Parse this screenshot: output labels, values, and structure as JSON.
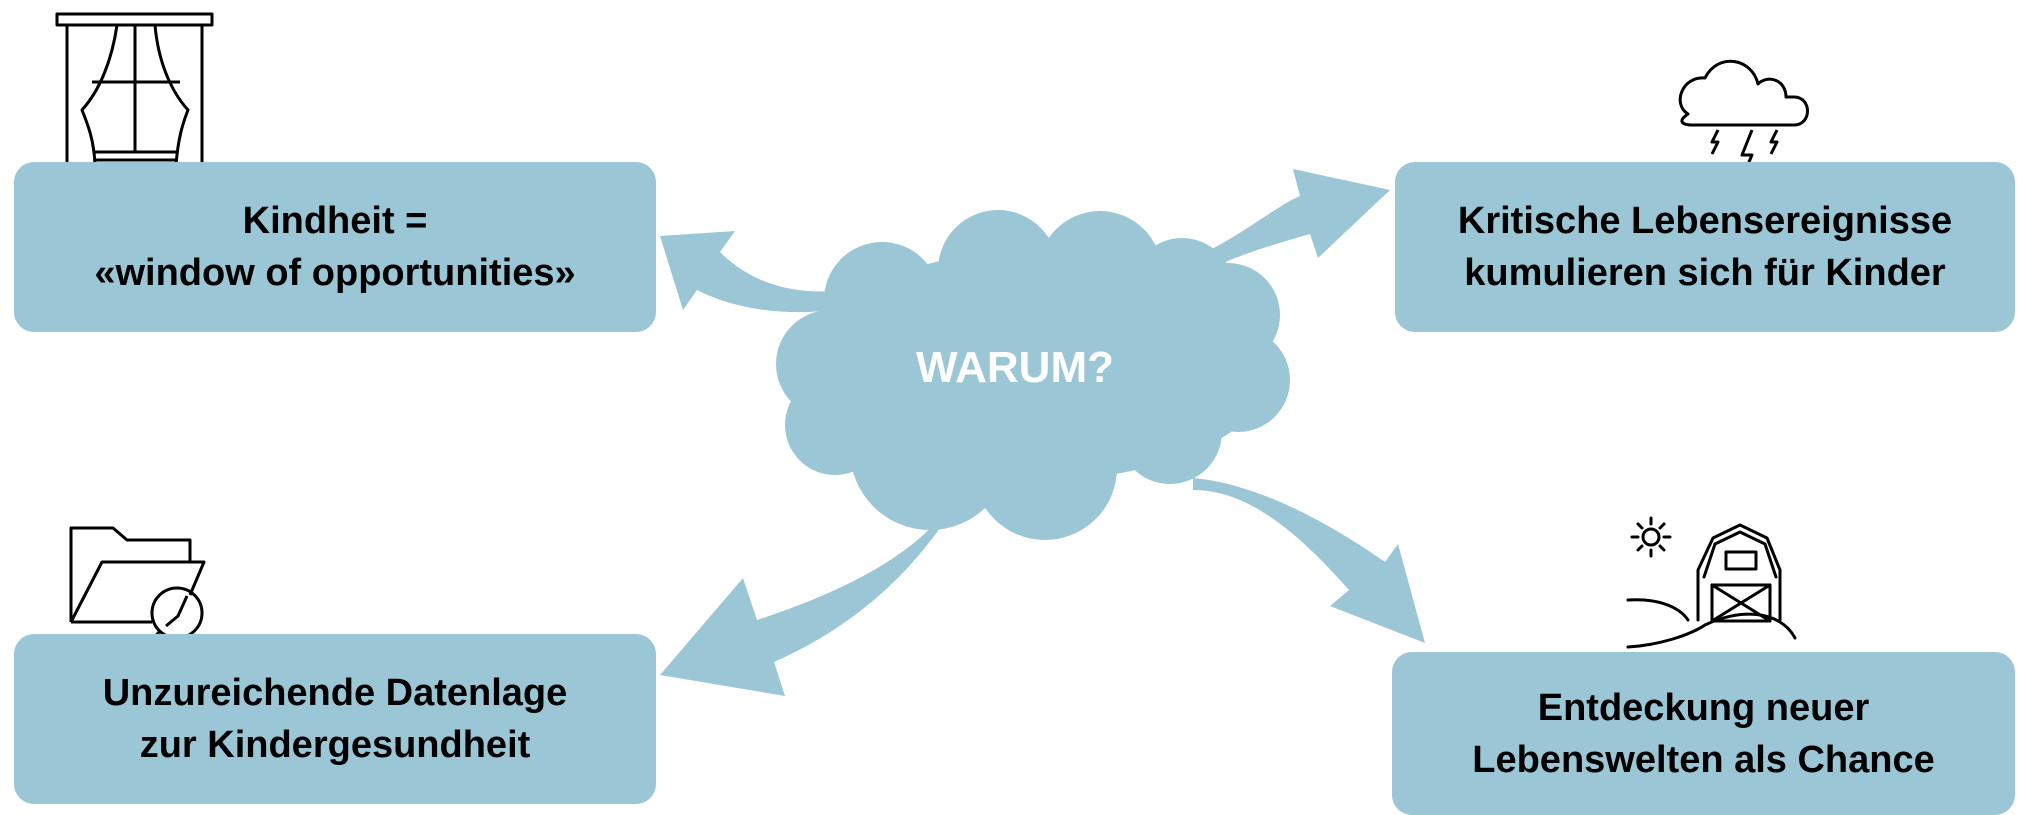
{
  "center": {
    "label": "WARUM?"
  },
  "boxes": {
    "top_left": {
      "line1": "Kindheit =",
      "line2": "«window of opportunities»",
      "icon": "window-curtains-icon"
    },
    "top_right": {
      "line1": "Kritische Lebensereignisse",
      "line2": "kumulieren sich für Kinder",
      "icon": "storm-cloud-icon"
    },
    "bottom_left": {
      "line1": "Unzureichende Datenlage",
      "line2": "zur Kindergesundheit",
      "icon": "folder-search-icon"
    },
    "bottom_right": {
      "line1": "Entdeckung neuer",
      "line2": "Lebenswelten als Chance",
      "icon": "farm-barn-icon"
    }
  },
  "colors": {
    "accent": "#9bc6d6",
    "text": "#000000",
    "center_text": "#ffffff"
  }
}
